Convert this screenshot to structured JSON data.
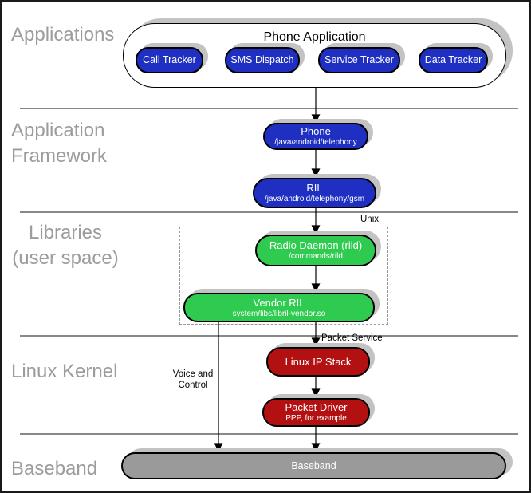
{
  "section_labels": [
    {
      "id": "applications",
      "label": "Applications"
    },
    {
      "id": "application-framework",
      "label": "Application\nFramework"
    },
    {
      "id": "libraries-user-space",
      "label": "Libraries\n(user space)"
    },
    {
      "id": "linux-kernel",
      "label": "Linux Kernel"
    },
    {
      "id": "baseband",
      "label": "Baseband"
    }
  ],
  "nodes": {
    "phone_application": {
      "title": "Phone Application"
    },
    "call_tracker": {
      "title": "Call Tracker"
    },
    "sms_dispatch": {
      "title": "SMS Dispatch"
    },
    "service_tracker": {
      "title": "Service Tracker"
    },
    "data_tracker": {
      "title": "Data Tracker"
    },
    "phone": {
      "title": "Phone",
      "subtitle": "/java/android/telephony"
    },
    "ril": {
      "title": "RIL",
      "subtitle": "/java/android/telephony/gsm"
    },
    "radio_daemon": {
      "title": "Radio Daemon (rild)",
      "subtitle": "/commands/rild"
    },
    "vendor_ril": {
      "title": "Vendor RIL",
      "subtitle": "system/libs/libril-vendor.so"
    },
    "linux_ip_stack": {
      "title": "Linux IP Stack"
    },
    "packet_driver": {
      "title": "Packet Driver",
      "subtitle": "PPP, for example"
    },
    "baseband": {
      "title": "Baseband"
    }
  },
  "annotations": {
    "unix": "Unix",
    "packet_service": "Packet Service",
    "voice_control": "Voice and\nControl"
  },
  "colors": {
    "app_blue": "#1e2fc2",
    "lib_green": "#2fcb50",
    "kernel_red": "#b31111",
    "baseband_gray": "#9a9a9a",
    "label_gray": "#9c9c9c",
    "shadow_gray": "#c3c3c3"
  }
}
